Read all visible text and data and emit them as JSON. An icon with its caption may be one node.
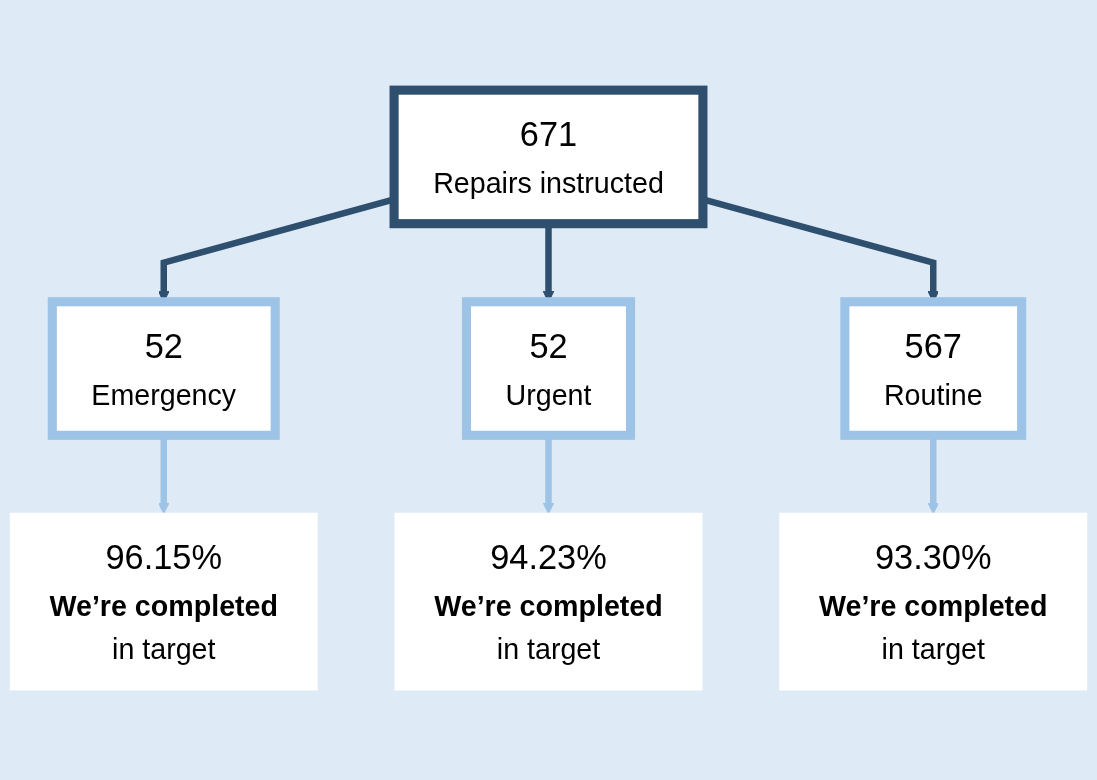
{
  "diagram": {
    "nodes": [
      {
        "text": [
          "671",
          "Repairs instructed"
        ]
      },
      {
        "text": [
          "52",
          "Emergency"
        ]
      },
      {
        "text": [
          "52",
          "Urgent"
        ]
      },
      {
        "text": [
          "567",
          "Routine"
        ]
      },
      {
        "text": [
          "96.15%",
          "We’re completed",
          "in target"
        ]
      },
      {
        "text": [
          "94.23%",
          "We’re completed",
          "in target"
        ]
      },
      {
        "text": [
          "93.30%",
          "We’re completed",
          "in target"
        ]
      }
    ],
    "edges": [
      {
        "from": 0,
        "to": 1,
        "arrow": "to",
        "color": "#2e4f6e"
      },
      {
        "from": 0,
        "to": 2,
        "arrow": "to",
        "color": "#2e4f6e"
      },
      {
        "from": 0,
        "to": 3,
        "arrow": "to",
        "color": "#2e4f6e"
      },
      {
        "from": 1,
        "to": 4,
        "arrow": "to",
        "color": "#9dc3e6"
      },
      {
        "from": 2,
        "to": 5,
        "arrow": "to",
        "color": "#9dc3e6"
      },
      {
        "from": 3,
        "to": 6,
        "arrow": "to",
        "color": "#9dc3e6"
      }
    ]
  }
}
